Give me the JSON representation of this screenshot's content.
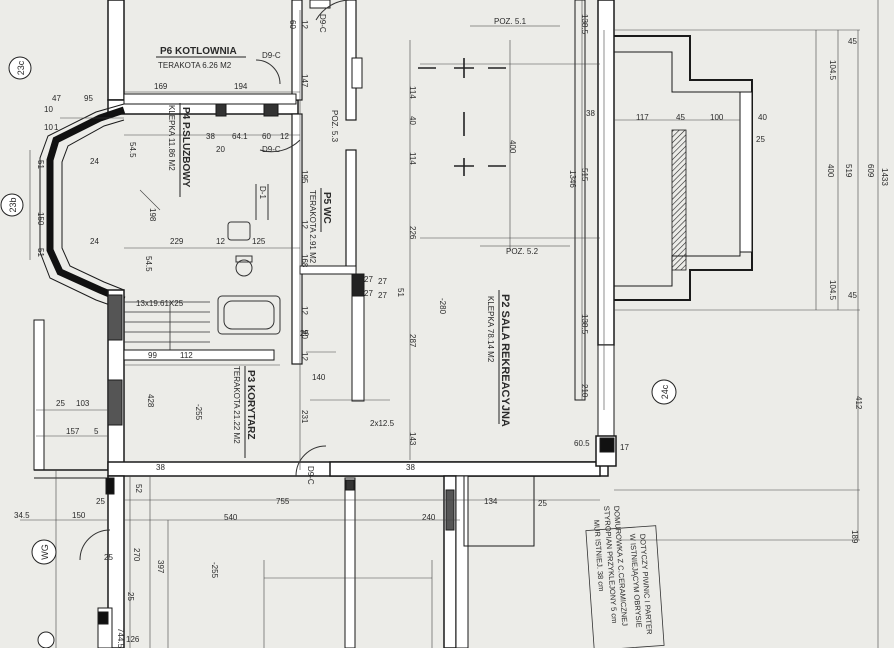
{
  "rooms": [
    {
      "label": "P6 KOTLOWNIA",
      "floor": "TERAKOTA 6.26 M2"
    },
    {
      "label": "P4 P.SLUZBOWY",
      "floor": "KLEPKA 11.86 M2"
    },
    {
      "label": "P5 WC",
      "floor": "TERAKOTA 2.91 M2"
    },
    {
      "label": "P3 KORYTARZ",
      "floor": "TERAKOTA 21.22 M2"
    },
    {
      "label": "P2 SALA REKREACYJNA",
      "floor": "KLEPKA 78.14 M2"
    }
  ],
  "markers": [
    "POZ. 5.1",
    "POZ. 5.2",
    "POZ. 5.3",
    "D9-C",
    "D9-C",
    "D9-C",
    "D9-C",
    "D-1",
    "13x19.61X25",
    "2x12.5",
    "-280",
    "-255",
    "-255"
  ],
  "axes": [
    "23c",
    "23b",
    "24c",
    "WG"
  ],
  "dims": [
    "60",
    "12",
    "147",
    "194",
    "169",
    "47",
    "95",
    "10",
    "1",
    "10",
    "54.5",
    "38",
    "64.1",
    "20",
    "60",
    "12",
    "51",
    "150",
    "51",
    "24",
    "24",
    "198",
    "229",
    "12",
    "125",
    "54.5",
    "114",
    "40",
    "114",
    "195",
    "12",
    "226",
    "168",
    "12",
    "90",
    "12",
    "287",
    "231",
    "143",
    "25",
    "140",
    "27",
    "99",
    "112",
    "27",
    "428",
    "25",
    "103",
    "157",
    "5",
    "38",
    "755",
    "540",
    "240",
    "134",
    "150",
    "34.5",
    "270",
    "397",
    "744.5",
    "126",
    "52",
    "25",
    "25",
    "25",
    "25",
    "400",
    "515",
    "1346",
    "138.5",
    "138.5",
    "210",
    "60.5",
    "17",
    "38",
    "38",
    "117",
    "45",
    "100",
    "40",
    "25",
    "45",
    "104.5",
    "519",
    "609",
    "400",
    "104.5",
    "45",
    "412",
    "189",
    "1433",
    "51",
    "27",
    "27"
  ],
  "note": [
    "DOTYCZY PIWNIC I PARTER",
    "W ISTNIEJĄCYM OBRYSIE",
    "DOMUROWKA Z C.CERAMICZNEJ",
    "STYROPIAN PRZYKLEJONY 5 cm",
    "MUR ISTNIEJ. 38 cm"
  ]
}
